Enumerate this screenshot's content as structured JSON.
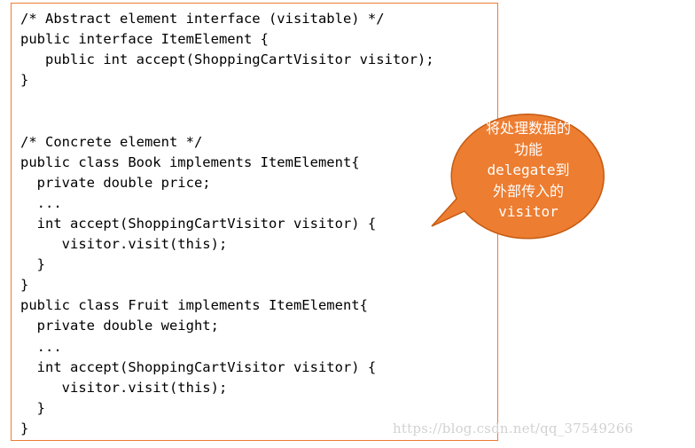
{
  "code_lines": [
    "/* Abstract element interface (visitable) */",
    "public interface ItemElement {",
    "   public int accept(ShoppingCartVisitor visitor);",
    "}",
    "",
    "",
    "/* Concrete element */",
    "public class Book implements ItemElement{",
    "  private double price;",
    "  ...",
    "  int accept(ShoppingCartVisitor visitor) {",
    "     visitor.visit(this);",
    "  }",
    "}",
    "public class Fruit implements ItemElement{",
    "  private double weight;",
    "  ...",
    "  int accept(ShoppingCartVisitor visitor) {",
    "     visitor.visit(this);",
    "  }",
    "}"
  ],
  "callout": {
    "line1": "将处理数据的",
    "line2": "功能",
    "line3_code": "delegate",
    "line3_text": "到",
    "line4": "外部传入的",
    "line5": "visitor",
    "fill": "#ED7D31",
    "stroke": "#C55A11"
  },
  "watermark": "https://blog.csdn.net/qq_37549266",
  "colors": {
    "border": "#ED7D31",
    "code_text": "#000000"
  }
}
